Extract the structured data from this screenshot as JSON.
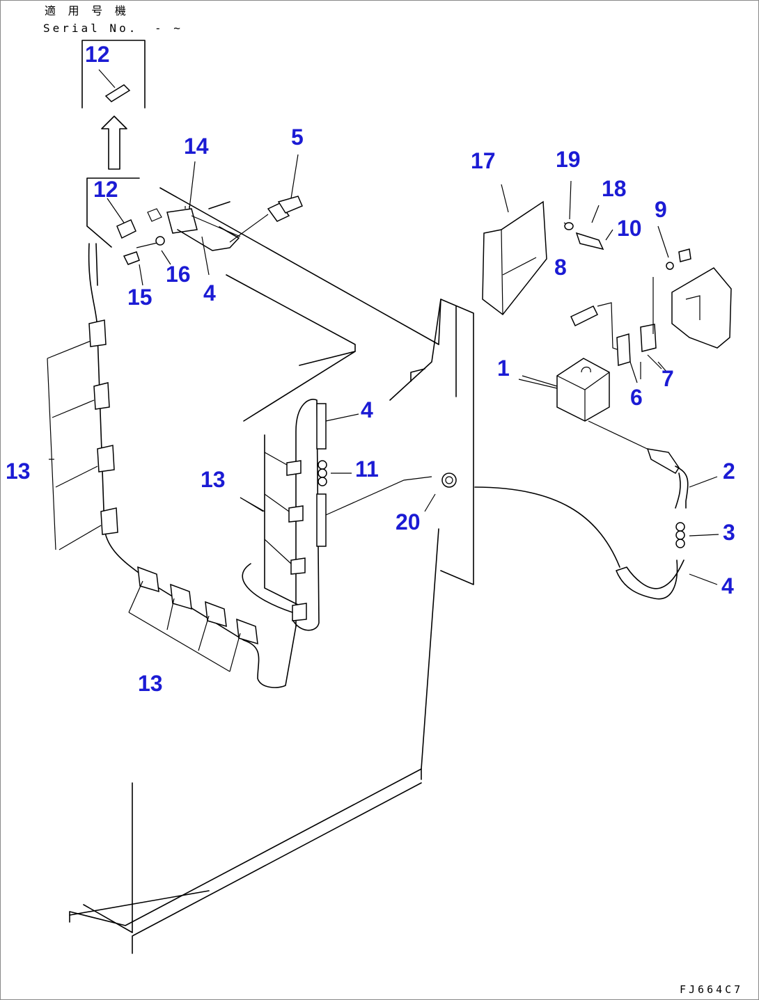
{
  "header": {
    "applicable_label": "適 用 号 機",
    "serial_label": "Serial No.",
    "serial_range": "- ~"
  },
  "figure_code": "FJ664C7",
  "callouts": {
    "c12_top": "12",
    "c12_mid": "12",
    "c14": "14",
    "c5": "5",
    "c16": "16",
    "c15": "15",
    "c4_pipe": "4",
    "c17": "17",
    "c19": "19",
    "c18": "18",
    "c9": "9",
    "c10": "10",
    "c8": "8",
    "c1": "1",
    "c7": "7",
    "c6": "6",
    "c4_mid": "4",
    "c11": "11",
    "c13_left": "13",
    "c13_mid": "13",
    "c2": "2",
    "c20": "20",
    "c3": "3",
    "c4_right": "4",
    "c13_bottom": "13"
  },
  "colors": {
    "callout": "#1b1bd4",
    "line": "#000000"
  }
}
